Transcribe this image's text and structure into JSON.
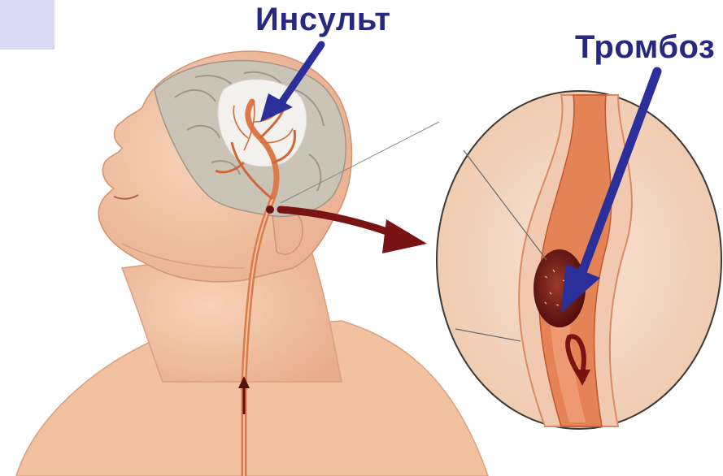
{
  "labels": {
    "stroke": "Инсульт",
    "thrombosis": "Тромбоз"
  },
  "colors": {
    "label_text": "#27287f",
    "pointer_arrow": "#2b2f9a",
    "transfer_arrow": "#7a1414",
    "skin": "#f3c6a6",
    "skin_shadow": "#e3a987",
    "brain": "#c9c4b6",
    "infarct": "#f4f1ee",
    "vessel": "#e07a4a",
    "vessel_dark": "#b3461f",
    "clot": "#6b1010",
    "inset_bg": "#f6dcc7",
    "corner_box": "#d9d9f3"
  },
  "icons": {
    "head": "human-head-profile",
    "brain": "brain",
    "artery": "carotid-artery",
    "inset": "magnified-artery",
    "clot": "blood-clot"
  }
}
